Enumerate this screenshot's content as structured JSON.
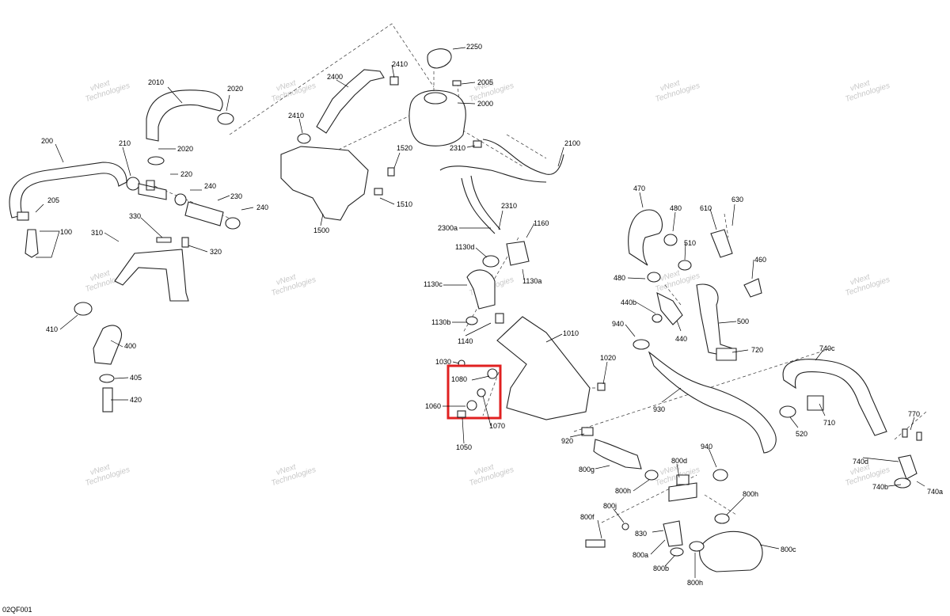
{
  "drawing_code": "02QF001",
  "watermark": [
    "vNext",
    "Technologies"
  ],
  "highlight_color": "#e02020",
  "callouts": [
    {
      "id": "c2250",
      "label": "2250"
    },
    {
      "id": "c2410a",
      "label": "2410"
    },
    {
      "id": "c2400",
      "label": "2400"
    },
    {
      "id": "c2005",
      "label": "2005"
    },
    {
      "id": "c2000",
      "label": "2000"
    },
    {
      "id": "c2010",
      "label": "2010"
    },
    {
      "id": "c2020a",
      "label": "2020"
    },
    {
      "id": "c2410b",
      "label": "2410"
    },
    {
      "id": "c2310a",
      "label": "2310"
    },
    {
      "id": "c2100",
      "label": "2100"
    },
    {
      "id": "c200",
      "label": "200"
    },
    {
      "id": "c210",
      "label": "210"
    },
    {
      "id": "c2020b",
      "label": "2020"
    },
    {
      "id": "c1520",
      "label": "1520"
    },
    {
      "id": "c220",
      "label": "220"
    },
    {
      "id": "c240a",
      "label": "240"
    },
    {
      "id": "c230",
      "label": "230"
    },
    {
      "id": "c1510",
      "label": "1510"
    },
    {
      "id": "c205",
      "label": "205"
    },
    {
      "id": "c240b",
      "label": "240"
    },
    {
      "id": "c470",
      "label": "470"
    },
    {
      "id": "c630",
      "label": "630"
    },
    {
      "id": "c480a",
      "label": "480"
    },
    {
      "id": "c610",
      "label": "610"
    },
    {
      "id": "c2310b",
      "label": "2310"
    },
    {
      "id": "c2300a",
      "label": "2300a"
    },
    {
      "id": "c1160",
      "label": "1160"
    },
    {
      "id": "c330",
      "label": "330"
    },
    {
      "id": "c1500",
      "label": "1500"
    },
    {
      "id": "c100",
      "label": "100"
    },
    {
      "id": "c310",
      "label": "310"
    },
    {
      "id": "c320",
      "label": "320"
    },
    {
      "id": "c1130d",
      "label": "1130d"
    },
    {
      "id": "c510",
      "label": "510"
    },
    {
      "id": "c460",
      "label": "460"
    },
    {
      "id": "c1130a",
      "label": "1130a"
    },
    {
      "id": "c480b",
      "label": "480"
    },
    {
      "id": "c1130c",
      "label": "1130c"
    },
    {
      "id": "c440b",
      "label": "440b"
    },
    {
      "id": "c410",
      "label": "410"
    },
    {
      "id": "c1130b",
      "label": "1130b"
    },
    {
      "id": "c940a",
      "label": "940"
    },
    {
      "id": "c500",
      "label": "500"
    },
    {
      "id": "c1010",
      "label": "1010"
    },
    {
      "id": "c440",
      "label": "440"
    },
    {
      "id": "c400",
      "label": "400"
    },
    {
      "id": "c1140",
      "label": "1140"
    },
    {
      "id": "c720",
      "label": "720"
    },
    {
      "id": "c740c",
      "label": "740c"
    },
    {
      "id": "c1030",
      "label": "1030"
    },
    {
      "id": "c1020",
      "label": "1020"
    },
    {
      "id": "c405",
      "label": "405"
    },
    {
      "id": "c1080",
      "label": "1080"
    },
    {
      "id": "c420",
      "label": "420"
    },
    {
      "id": "c1060",
      "label": "1060"
    },
    {
      "id": "c930",
      "label": "930"
    },
    {
      "id": "c710",
      "label": "710"
    },
    {
      "id": "c1070",
      "label": "1070"
    },
    {
      "id": "c770",
      "label": "770"
    },
    {
      "id": "c520",
      "label": "520"
    },
    {
      "id": "c920",
      "label": "920"
    },
    {
      "id": "c1050",
      "label": "1050"
    },
    {
      "id": "c940b",
      "label": "940"
    },
    {
      "id": "c800d",
      "label": "800d"
    },
    {
      "id": "c740d",
      "label": "740d"
    },
    {
      "id": "c800g",
      "label": "800g"
    },
    {
      "id": "c740b",
      "label": "740b"
    },
    {
      "id": "c740a",
      "label": "740a"
    },
    {
      "id": "c800h1",
      "label": "800h"
    },
    {
      "id": "c800h2",
      "label": "800h"
    },
    {
      "id": "c800j",
      "label": "800j"
    },
    {
      "id": "c800f",
      "label": "800f"
    },
    {
      "id": "c830",
      "label": "830"
    },
    {
      "id": "c800c",
      "label": "800c"
    },
    {
      "id": "c800a",
      "label": "800a"
    },
    {
      "id": "c800b",
      "label": "800b"
    },
    {
      "id": "c800h3",
      "label": "800h"
    }
  ]
}
